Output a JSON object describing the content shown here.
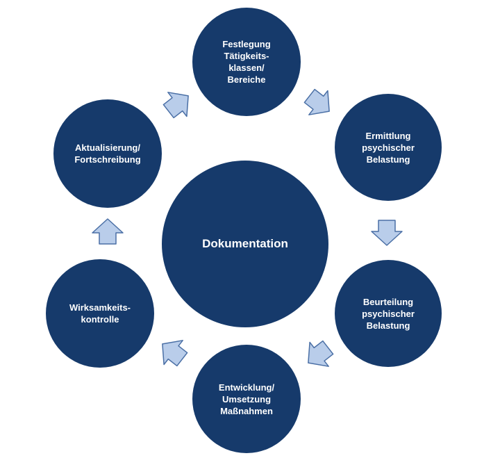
{
  "colors": {
    "circle_fill": "#163a6b",
    "circle_text": "#ffffff",
    "arrow_fill": "#b9cdea",
    "arrow_stroke": "#4a6fa5"
  },
  "center": {
    "label": "Dokumentation"
  },
  "steps": [
    {
      "label": "Festlegung\nTätigkeits-\nklassen/\nBereiche"
    },
    {
      "label": "Ermittlung\npsychischer\nBelastung"
    },
    {
      "label": "Beurteilung\npsychischer\nBelastung"
    },
    {
      "label": "Entwicklung/\nUmsetzung\nMaßnahmen"
    },
    {
      "label": "Wirksamkeits-\nkontrolle"
    },
    {
      "label": "Aktualisierung/\nFortschreibung"
    }
  ]
}
